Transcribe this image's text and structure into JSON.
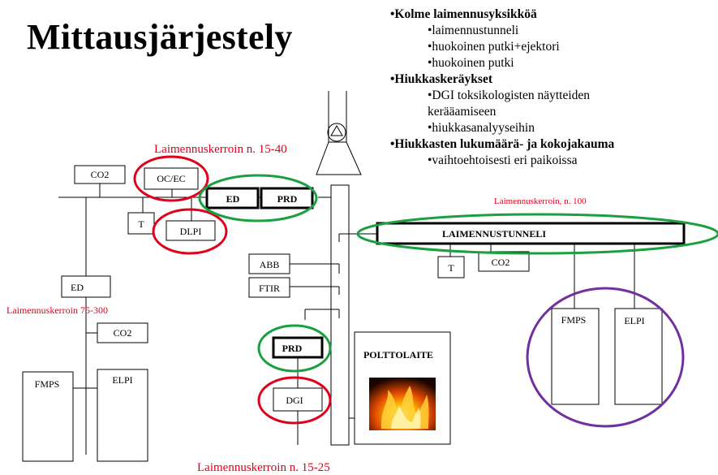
{
  "title": "Mittausjärjestely",
  "bullets": [
    {
      "text": "•Kolme laimennusyksikköä",
      "bold": true
    },
    {
      "text": "•laimennustunneli",
      "bold": false
    },
    {
      "text": "•huokoinen putki+ejektori",
      "bold": false
    },
    {
      "text": "•huokoinen putki",
      "bold": false
    },
    {
      "text": "•Hiukkaskeräykset",
      "bold": true
    },
    {
      "text": "•DGI toksikologisten näytteiden",
      "bold": false
    },
    {
      "text": "kerääamiseen",
      "bold": false
    },
    {
      "text": "•hiukkasanalyyseihin",
      "bold": false
    },
    {
      "text": "•Hiukkasten lukumäärä- ja kokojakauma",
      "bold": true
    },
    {
      "text": "•vaihtoehtoisesti eri paikoissa",
      "bold": false
    }
  ],
  "annotations": {
    "dilution_top": "Laimennuskerroin n. 15-40",
    "dilution_tunnel": "Laimennuskerroin, n. 100",
    "dilution_left": "Laimennuskerroin 75-300",
    "dilution_bottom": "Laimennuskerroin n. 15-25"
  },
  "boxes": {
    "co2_top": "CO2",
    "ocec": "OC/EC",
    "ed_main": "ED",
    "prd_main": "PRD",
    "t_left": "T",
    "dlpi": "DLPI",
    "ed_left": "ED",
    "co2_left": "CO2",
    "fmps_left": "FMPS",
    "elpi_left": "ELPI",
    "abb": "ABB",
    "ftir": "FTIR",
    "prd_lower": "PRD",
    "dgi": "DGI",
    "polttolaite": "POLTTOLAITE",
    "tunnel": "LAIMENNUSTUNNELI",
    "t_tunnel": "T",
    "co2_tunnel": "CO2",
    "fmps_right": "FMPS",
    "elpi_right": "ELPI"
  },
  "colors": {
    "red": "#e0001b",
    "green": "#1aa040",
    "purple": "#7030a0",
    "annotation": "#e0001b"
  }
}
